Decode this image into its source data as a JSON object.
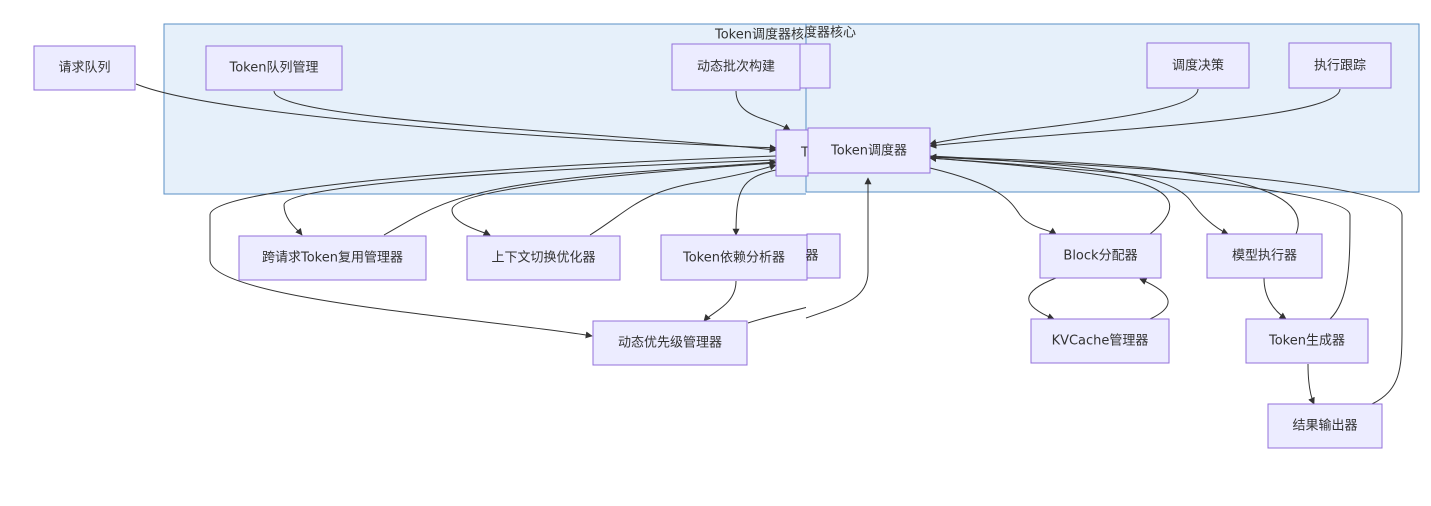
{
  "diagram": {
    "cluster_label": "Token调度器核心",
    "cluster_label_ghost": "度器核心",
    "nodes": {
      "request_queue": "请求队列",
      "token_queue_mgmt": "Token队列管理",
      "dynamic_batch": "动态批次构建",
      "schedule_decision": "调度决策",
      "exec_trace": "执行跟踪",
      "token_scheduler": "Token调度器",
      "token_scheduler_ghost": "T",
      "cross_request_reuse": "跨请求Token复用管理器",
      "context_switch_opt": "上下文切换优化器",
      "token_dep_analyzer": "Token依赖分析器",
      "dep_analyzer_ghost_tail": "器",
      "dynamic_priority": "动态优先级管理器",
      "block_allocator": "Block分配器",
      "kvcache_mgr": "KVCache管理器",
      "model_executor": "模型执行器",
      "token_generator": "Token生成器",
      "result_output": "结果输出器"
    }
  }
}
